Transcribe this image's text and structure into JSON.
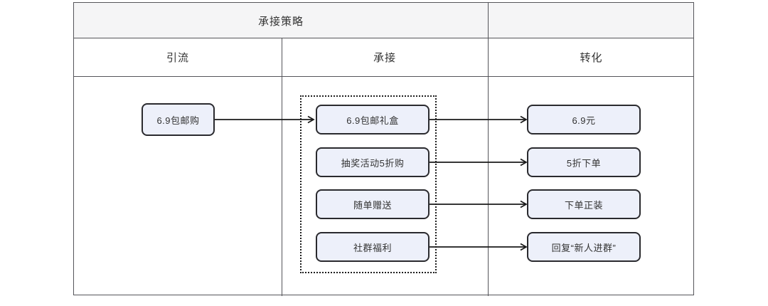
{
  "diagram": {
    "title": "承接策略",
    "columns": [
      {
        "label": "引流"
      },
      {
        "label": "承接"
      },
      {
        "label": "转化"
      }
    ],
    "source_box": {
      "label": "6.9包邮购"
    },
    "rows": [
      {
        "middle": "6.9包邮礼盒",
        "right": "6.9元"
      },
      {
        "middle": "抽奖活动5折购",
        "right": "5折下单"
      },
      {
        "middle": "随单赠送",
        "right": "下单正装"
      },
      {
        "middle": "社群福利",
        "right": "回复“新人进群”"
      }
    ],
    "colors": {
      "header_fill": "#f5f5f6",
      "grid_line": "#55555a",
      "box_fill": "#edf0fa",
      "box_border": "#2a2a2e",
      "text": "#333333"
    }
  }
}
